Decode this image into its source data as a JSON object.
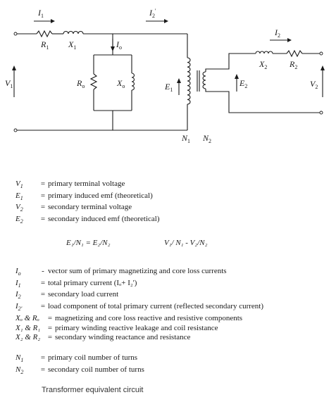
{
  "diagram": {
    "labels": {
      "I1": "I",
      "I1_sub": "1",
      "I2p": "I",
      "I2p_sub": "2",
      "I2": "I",
      "I2_sub": "2",
      "Io": "I",
      "Io_sub": "o",
      "R1": "R",
      "R1_sub": "1",
      "X1": "X",
      "X1_sub": "1",
      "Ro": "R",
      "Ro_sub": "o",
      "Xo": "X",
      "Xo_sub": "o",
      "V1": "V",
      "V1_sub": "1",
      "E1": "E",
      "E1_sub": "1",
      "E2": "E",
      "E2_sub": "2",
      "V2": "V",
      "V2_sub": "2",
      "X2": "X",
      "X2_sub": "2",
      "R2": "R",
      "R2_sub": "2",
      "N1": "N",
      "N1_sub": "1",
      "N2": "N",
      "N2_sub": "2"
    }
  },
  "legend_voltages": [
    {
      "sym": "V",
      "sub": "1",
      "eq": "=",
      "desc": "primary terminal voltage"
    },
    {
      "sym": "E",
      "sub": "1",
      "eq": "=",
      "desc": "primary induced emf (theoretical)"
    },
    {
      "sym": "V",
      "sub": "2",
      "eq": "=",
      "desc": "secondary terminal voltage"
    },
    {
      "sym": "E",
      "sub": "2",
      "eq": "=",
      "desc": "secondary induced emf (theoretical)"
    }
  ],
  "equations": {
    "eq1": "E₁/N₁ = E₂/N₂",
    "eq2": "V₁/ N₁ - V₂/N₂"
  },
  "legend_currents": [
    {
      "sym": "I",
      "sub": "o",
      "eq": "-",
      "desc": "vector sum of primary magnetizing and core loss currents"
    },
    {
      "sym": "I",
      "sub": "1",
      "eq": "=",
      "desc": "total primary current (Iₒ+ I₂')"
    },
    {
      "sym": "I",
      "sub": "2",
      "eq": "=",
      "desc": "secondary load current"
    },
    {
      "sym": "I",
      "sub": "2'",
      "eq": "=",
      "desc": "load component of total primary current (reflected secondary current)"
    }
  ],
  "legend_components": [
    {
      "sym": "Xₒ & Rₒ",
      "eq": "=",
      "desc": "magnetizing and core loss reactive and resistive components"
    },
    {
      "sym": "X₁ & R₁",
      "eq": "=",
      "desc": "primary winding reactive leakage and coil resistance"
    },
    {
      "sym": "X₂ & R₂",
      "eq": "=",
      "desc": "secondary winding reactance and resistance"
    }
  ],
  "legend_turns": [
    {
      "sym": "N",
      "sub": "1",
      "eq": "=",
      "desc": "primary coil number of turns"
    },
    {
      "sym": "N",
      "sub": "2",
      "eq": "=",
      "desc": "secondary coil number of turns"
    }
  ],
  "caption": "Transformer equivalent circuit"
}
